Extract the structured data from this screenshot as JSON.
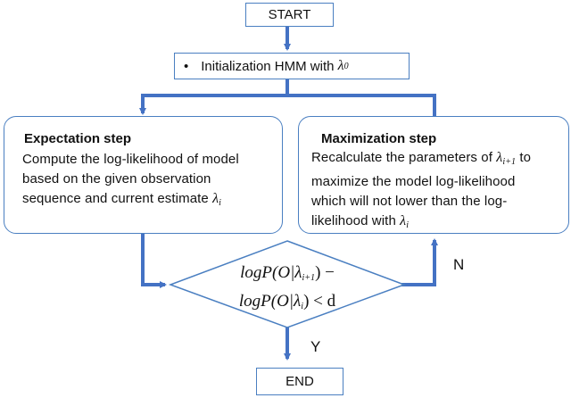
{
  "start": {
    "label": "START"
  },
  "init": {
    "bullet": "•",
    "text": "Initialization HMM with ",
    "lambda": "λ",
    "sub": "0"
  },
  "expectation": {
    "title": "Expectation step",
    "line1": "Compute the log-likelihood of model",
    "line2": "based on the given observation",
    "line3": "sequence and current estimate ",
    "lambda": "λ",
    "sub": "i"
  },
  "maximization": {
    "title": "Maximization step",
    "line1": "Recalculate the parameters of ",
    "lambda1": "λ",
    "sub1": "i+1",
    "line1_end": " to",
    "line2": "maximize the model log-likelihood",
    "line3": "which will not lower than the log-",
    "line4": "likelihood with ",
    "lambda2": "λ",
    "sub2": "i"
  },
  "decision": {
    "l1_pre": "logP(O|",
    "l1_lambda": "λ",
    "l1_sub": "i+1",
    "l1_post": ") −",
    "l2_pre": "logP(O|",
    "l2_lambda": "λ",
    "l2_sub": "i",
    "l2_post": ") < d"
  },
  "labels": {
    "no": "N",
    "yes": "Y"
  },
  "end": {
    "label": "END"
  },
  "colors": {
    "arrow": "#4472c4",
    "border": "#4a7fc1"
  }
}
